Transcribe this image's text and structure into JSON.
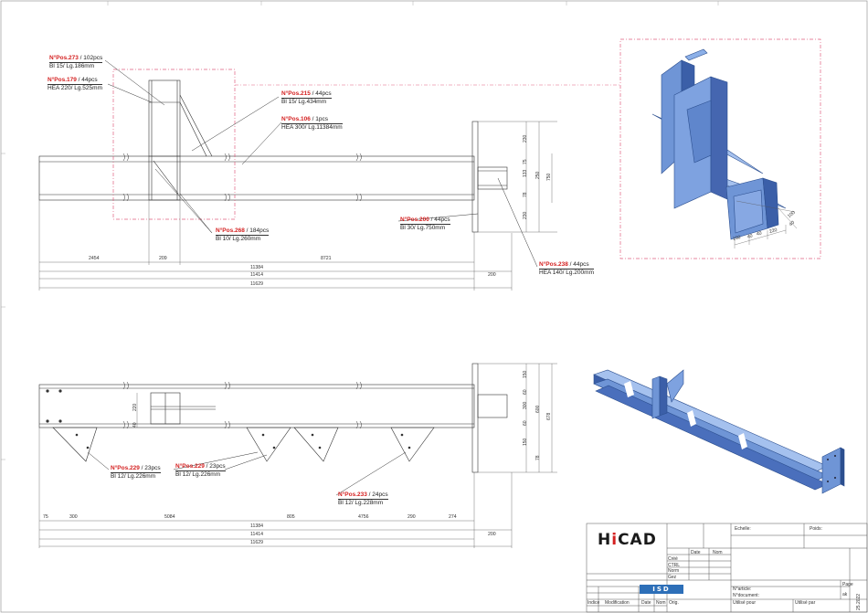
{
  "labels_top": [
    {
      "id": "p273",
      "pos": "N°Pos.273",
      "qty": " / 102pcs",
      "desc": "Bl 15/ Lg.186mm"
    },
    {
      "id": "p179",
      "pos": "N°Pos.179",
      "qty": " / 44pcs",
      "desc": "HEA 220/ Lg.525mm"
    },
    {
      "id": "p215",
      "pos": "N°Pos.215",
      "qty": " / 44pcs",
      "desc": "Bl 15/ Lg.434mm"
    },
    {
      "id": "p106",
      "pos": "N°Pos.106",
      "qty": " / 1pcs",
      "desc": "HEA 300/ Lg.11384mm"
    },
    {
      "id": "p268",
      "pos": "N°Pos.268",
      "qty": " / 184pcs",
      "desc": "Bl 10/ Lg.260mm"
    },
    {
      "id": "p200",
      "pos": "N°Pos.200",
      "qty": " / 44pcs",
      "desc": "Bl 30/ Lg.750mm"
    },
    {
      "id": "p238",
      "pos": "N°Pos.238",
      "qty": " / 44pcs",
      "desc": "HEA 140/ Lg.200mm"
    }
  ],
  "labels_bottom": [
    {
      "id": "p229a",
      "pos": "N°Pos.229",
      "qty": " / 23pcs",
      "desc": "Bl 12/ Lg.226mm"
    },
    {
      "id": "p229b",
      "pos": "N°Pos.229",
      "qty": " / 23pcs",
      "desc": "Bl 12/ Lg.226mm"
    },
    {
      "id": "p233",
      "pos": "N°Pos.233",
      "qty": " / 24pcs",
      "desc": "Bl 12/ Lg.228mm"
    }
  ],
  "dims_top": {
    "segments": [
      "2454",
      "209",
      "8721"
    ],
    "total1": "11384",
    "total2": "11414",
    "total3": "11629",
    "plate": "200",
    "vertical": [
      "230",
      "75",
      "133",
      "250",
      "750",
      "78",
      "230"
    ]
  },
  "dims_bottom": {
    "segments": [
      "75",
      "300",
      "5084",
      "805",
      "4756",
      "290",
      "274"
    ],
    "total1": "11384",
    "total2": "11414",
    "total3": "11629",
    "plate": "200",
    "left_vertical": [
      "220",
      "40"
    ],
    "vertical": [
      "150",
      "60",
      "300",
      "600",
      "60",
      "150",
      "678",
      "78"
    ]
  },
  "detail_dims": [
    "150",
    "40",
    "40",
    "220",
    "40",
    "100"
  ],
  "title_block": {
    "logo_h": "H",
    "logo_i": "i",
    "logo_rest": "CAD",
    "echelle": "Echelle:",
    "poids": "Poids:",
    "date": "Date",
    "nom": "Nom",
    "cree": "Créé",
    "ctrl": "CTRL",
    "norm": "Norm",
    "gez": "Gez",
    "isd": "ISD",
    "article": "N°article:",
    "document": "N°document:",
    "page": "Page",
    "page_no": "ak",
    "indice": "Indice",
    "modification": "Modification",
    "date2": "Date",
    "nom2": "Nom",
    "orig": "Orig.",
    "utilise_pour": "Utilisé pour",
    "utilise_par": "Utilisé par",
    "year": "25.2022"
  },
  "colors": {
    "steel": "#6f95d6",
    "steel_dark": "#3b5fa8",
    "red": "#d42020",
    "line": "#333333"
  }
}
